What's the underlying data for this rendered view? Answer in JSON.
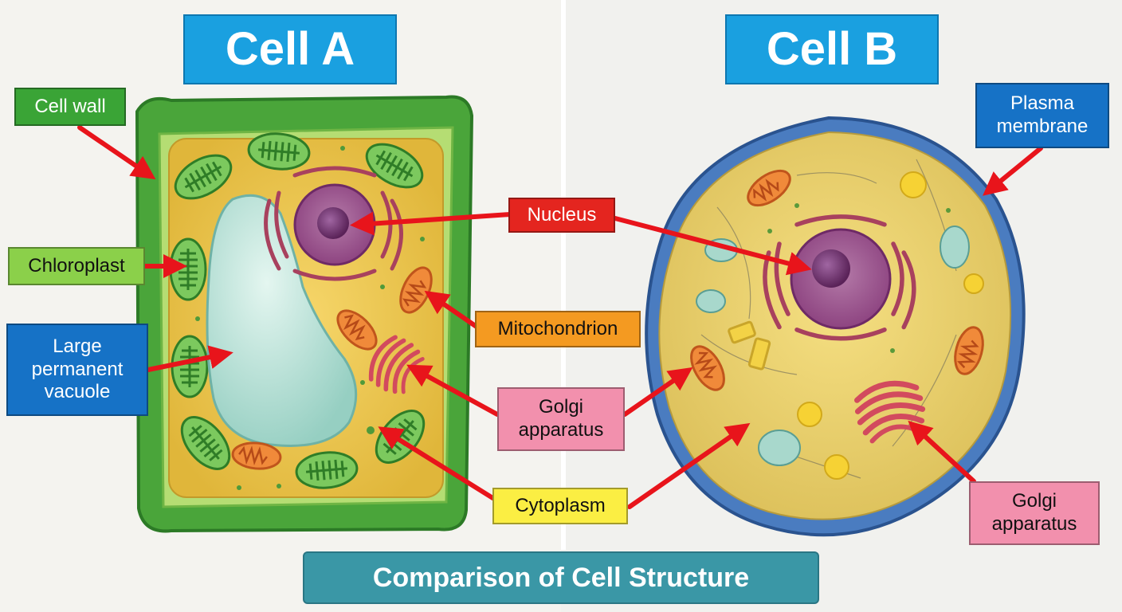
{
  "titles": {
    "cell_a": "Cell A",
    "cell_b": "Cell B"
  },
  "footer": "Comparison of Cell Structure",
  "labels": {
    "cell_wall": "Cell wall",
    "chloroplast": "Chloroplast",
    "vacuole": [
      "Large",
      "permanent",
      "vacuole"
    ],
    "nucleus": "Nucleus",
    "mitochondrion": "Mitochondrion",
    "golgi_a": [
      "Golgi",
      "apparatus"
    ],
    "cytoplasm": "Cytoplasm",
    "plasma_membrane": [
      "Plasma",
      "membrane"
    ],
    "golgi_b": [
      "Golgi",
      "apparatus"
    ]
  },
  "colors": {
    "title_bg": "#1aa0e0",
    "footer_bg": "#3a97a6",
    "arrow": "#e8141b",
    "cell_wall_tag": "#3aa436",
    "chloroplast_tag": "#8bd04a",
    "vacuole_tag": "#1672c6",
    "nucleus_tag": "#e4251f",
    "mitochondrion_tag": "#f49a21",
    "golgi_tag": "#f290ad",
    "cytoplasm_tag": "#fbee43",
    "membrane_tag": "#1672c6"
  }
}
